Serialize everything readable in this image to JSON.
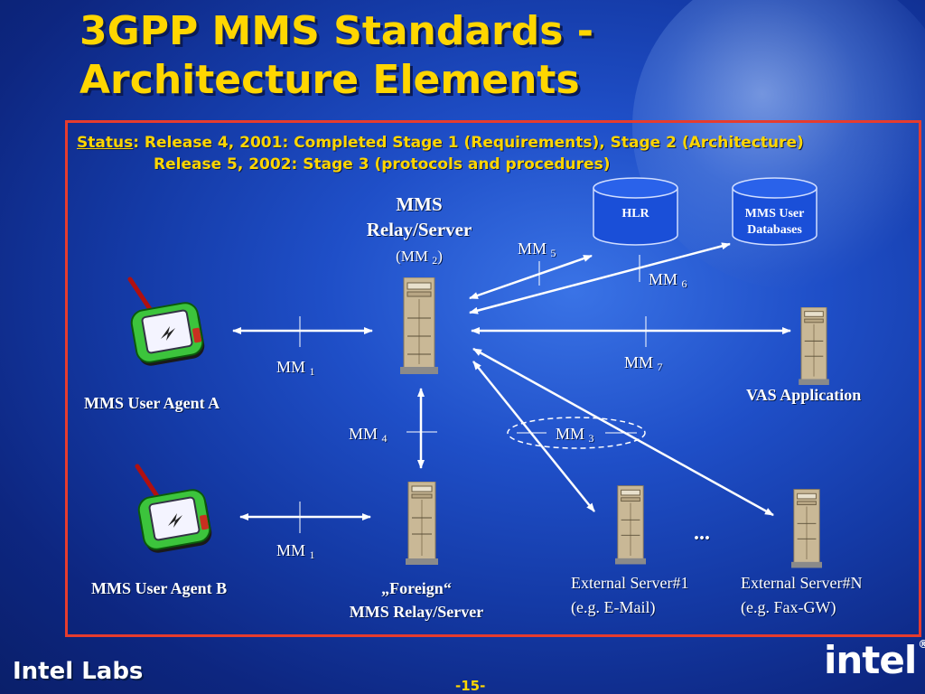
{
  "title": {
    "line1": "3GPP MMS Standards -",
    "line2": "Architecture Elements"
  },
  "status": {
    "label": "Status",
    "line1": ": Release 4, 2001: Completed Stage 1 (Requirements), Stage 2 (Architecture)",
    "line2": "Release 5, 2002: Stage 3 (protocols and procedures)"
  },
  "nodes": {
    "relay_title1": "MMS",
    "relay_title2": "Relay/Server",
    "relay_mm_open": "(MM ",
    "relay_mm_sub": "2",
    "relay_mm_close": ")",
    "hlr": "HLR",
    "user_db_line1": "MMS User",
    "user_db_line2": "Databases",
    "agent_a": "MMS User Agent A",
    "agent_b": "MMS User Agent B",
    "vas": "VAS Application",
    "foreign_line1": "„Foreign“",
    "foreign_line2": "MMS Relay/Server",
    "ext1_line1": "External Server#1",
    "ext1_line2": "(e.g. E-Mail)",
    "extn_line1": "External Server#N",
    "extn_line2": "(e.g. Fax-GW)",
    "ellipsis": "..."
  },
  "interfaces": {
    "mm": "MM",
    "mm1_sub": "1",
    "mm3_sub": "3",
    "mm4_sub": "4",
    "mm5_sub": "5",
    "mm6_sub": "6",
    "mm7_sub": "7"
  },
  "footer": {
    "left": "Intel Labs",
    "page": "-15-",
    "logo": "intel"
  },
  "colors": {
    "title": "#ffd600",
    "frame": "#e63c2e",
    "background": "#1f4fc8"
  },
  "icons": [
    "mobile-device-icon",
    "server-tower-icon",
    "database-cylinder-icon"
  ]
}
